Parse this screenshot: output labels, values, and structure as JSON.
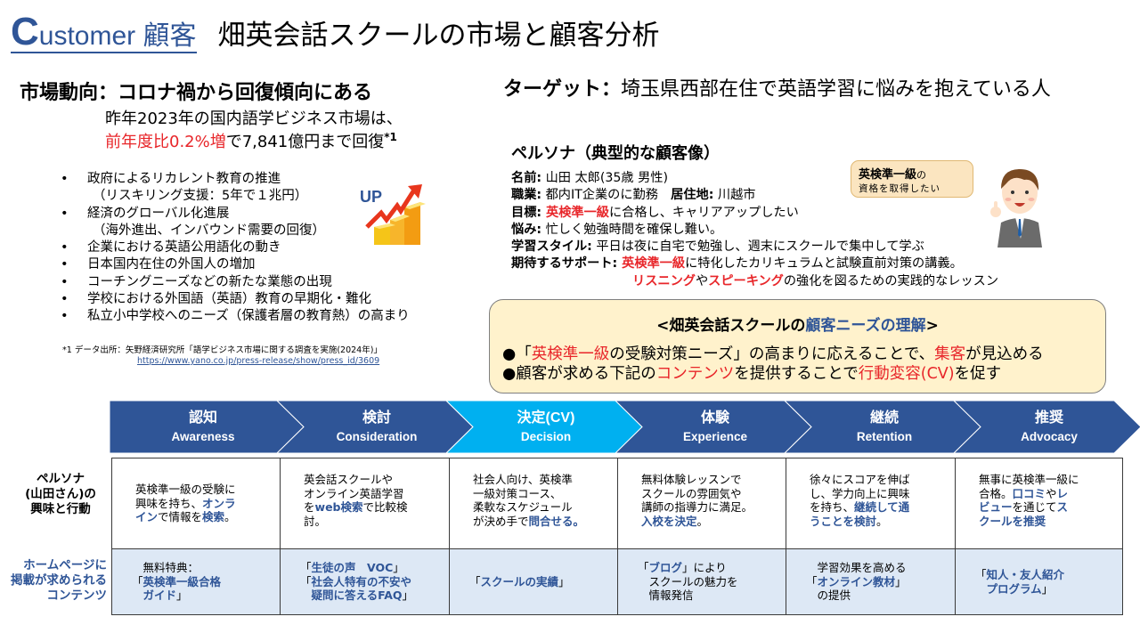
{
  "header": {
    "title_en_initial": "C",
    "title_en_rest": "ustomer 顧客",
    "title_jp": "畑英会話スクールの市場と顧客分析"
  },
  "market": {
    "heading": "市場動向：コロナ禍から回復傾向にある",
    "line1": "昨年2023年の国内語学ビジネス市場は、",
    "line2_red": "前年度比0.2%増",
    "line2_rest": "で7,841億円まで回復",
    "line2_sup": "*1",
    "bullets": [
      {
        "main": "政府によるリカレント教育の推進",
        "sub": "（リスキリング支援：5年で１兆円）"
      },
      {
        "main": "経済のグローバル化進展",
        "sub": "（海外進出、インバウンド需要の回復）"
      },
      {
        "main": "企業における英語公用語化の動き",
        "sub": ""
      },
      {
        "main": "日本国内在住の外国人の増加",
        "sub": ""
      },
      {
        "main": "コーチングニーズなどの新たな業態の出現",
        "sub": ""
      },
      {
        "main": "学校における外国語（英語）教育の早期化・難化",
        "sub": ""
      },
      {
        "main": "私立小中学校へのニーズ（保護者層の教育熱）の高まり",
        "sub": ""
      }
    ],
    "up_icon_label": "UP",
    "footnote_text": "*1 データ出所：矢野経済研究所「語学ビジネス市場に関する調査を実施(2024年)」",
    "footnote_link": "https://www.yano.co.jp/press-release/show/press_id/3609"
  },
  "target": {
    "label": "ターゲット：",
    "value": "埼玉県西部在住で英語学習に悩みを抱えている人"
  },
  "persona": {
    "title": "ペルソナ（典型的な顧客像）",
    "name_label": "名前:",
    "name_value": " 山田 太郎(35歳 男性)",
    "job_label": "職業:",
    "job_value": " 都内IT企業のに勤務　",
    "residence_label": "居住地:",
    "residence_value": " 川越市",
    "goal_label": "目標:",
    "goal_red": " 英検準一級",
    "goal_rest": "に合格し、キャリアアップしたい",
    "worry_label": "悩み:",
    "worry_value": " 忙しく勉強時間を確保し難い。",
    "style_label": "学習スタイル:",
    "style_value": " 平日は夜に自宅で勉強し、週末にスクールで集中して学ぶ",
    "support_label": "期待するサポート:",
    "support_red": " 英検準一級",
    "support_rest": "に特化したカリキュラムと試験直前対策の講義。",
    "support2_red1": "リスニング",
    "support2_mid": "や",
    "support2_red2": "スピーキング",
    "support2_rest": "の強化を図るための実践的なレッスン",
    "bubble_bold": "英検準一級",
    "bubble_small": "の",
    "bubble_line2": "資格を取得したい"
  },
  "needs": {
    "title_pre": "<畑英会話スクールの",
    "title_blue": "顧客ニーズの理解",
    "title_post": ">",
    "item1_pre": "●「",
    "item1_red1": "英検準一級",
    "item1_mid": "の受験対策ニーズ」の高まりに応えることで、",
    "item1_red2": "集客",
    "item1_post": "が見込める",
    "item2_pre": "●顧客が求める下記の",
    "item2_red1": "コンテンツ",
    "item2_mid": "を提供することで",
    "item2_red2": "行動変容(CV)",
    "item2_post": "を促す"
  },
  "funnel": {
    "colors": {
      "normal": "#2f5597",
      "active": "#00b0f0"
    },
    "stages": [
      {
        "jp": "認知",
        "en": "Awareness"
      },
      {
        "jp": "検討",
        "en": "Consideration"
      },
      {
        "jp": "決定(CV)",
        "en": "Decision"
      },
      {
        "jp": "体験",
        "en": "Experience"
      },
      {
        "jp": "継続",
        "en": "Retention"
      },
      {
        "jp": "推奨",
        "en": "Advocacy"
      }
    ]
  },
  "table": {
    "row1_label": "ペルソナ\n(山田さん)の\n興味と行動",
    "row2_label": "ホームページに\n掲載が求められる\nコンテンツ",
    "row1": [
      {
        "t1": "英検準一級の受験に\n興味を持ち、",
        "b1": "オンラ\nイン",
        "t2": "で情報を",
        "b2": "検索",
        "t3": "。"
      },
      {
        "t1": "英会話スクールや\nオンライン英語学習\nを",
        "b1": "web検索",
        "t2": "で比較検\n討。",
        "b2": "",
        "t3": ""
      },
      {
        "t1": "社会人向け、英検準\n一級対策コース、\n柔軟なスケジュール\nが決め手で",
        "b1": "問合せる。",
        "t2": "",
        "b2": "",
        "t3": ""
      },
      {
        "t1": "無料体験レッスンで\nスクールの雰囲気や\n講師の指導力に満足。\n",
        "b1": "入校を決定",
        "t2": "。",
        "b2": "",
        "t3": ""
      },
      {
        "t1": "徐々にスコアを伸ば\nし、学力向上に興味\nを持ち、",
        "b1": "継続して通\nうことを検討",
        "t2": "。",
        "b2": "",
        "t3": ""
      },
      {
        "t1": "無事に英検準一級に\n合格。",
        "b1": "口コミ",
        "t2": "や",
        "b2": "レ\nビュー",
        "t3": "を通じて",
        "b3": "ス\nクールを推奨"
      }
    ],
    "row2": [
      {
        "t1": "　無料特典：\n「",
        "b1": "英検準一級合格\n　ガイド",
        "t2": "」"
      },
      {
        "t1": "「",
        "b1": "生徒の声　VOC",
        "t2": "」\n「",
        "b2": "社会人特有の不安や\n　疑問に答えるFAQ",
        "t3": "」"
      },
      {
        "t1": "「",
        "b1": "スクールの実績",
        "t2": "」"
      },
      {
        "t1": "「",
        "b1": "ブログ",
        "t2": "」により\n　スクールの魅力を\n　情報発信"
      },
      {
        "t1": "　学習効果を高める\n「",
        "b1": "オンライン教材",
        "t2": "」\n　の提供"
      },
      {
        "t1": "「",
        "b1": "知人・友人紹介\n　プログラム",
        "t2": "」"
      }
    ]
  }
}
